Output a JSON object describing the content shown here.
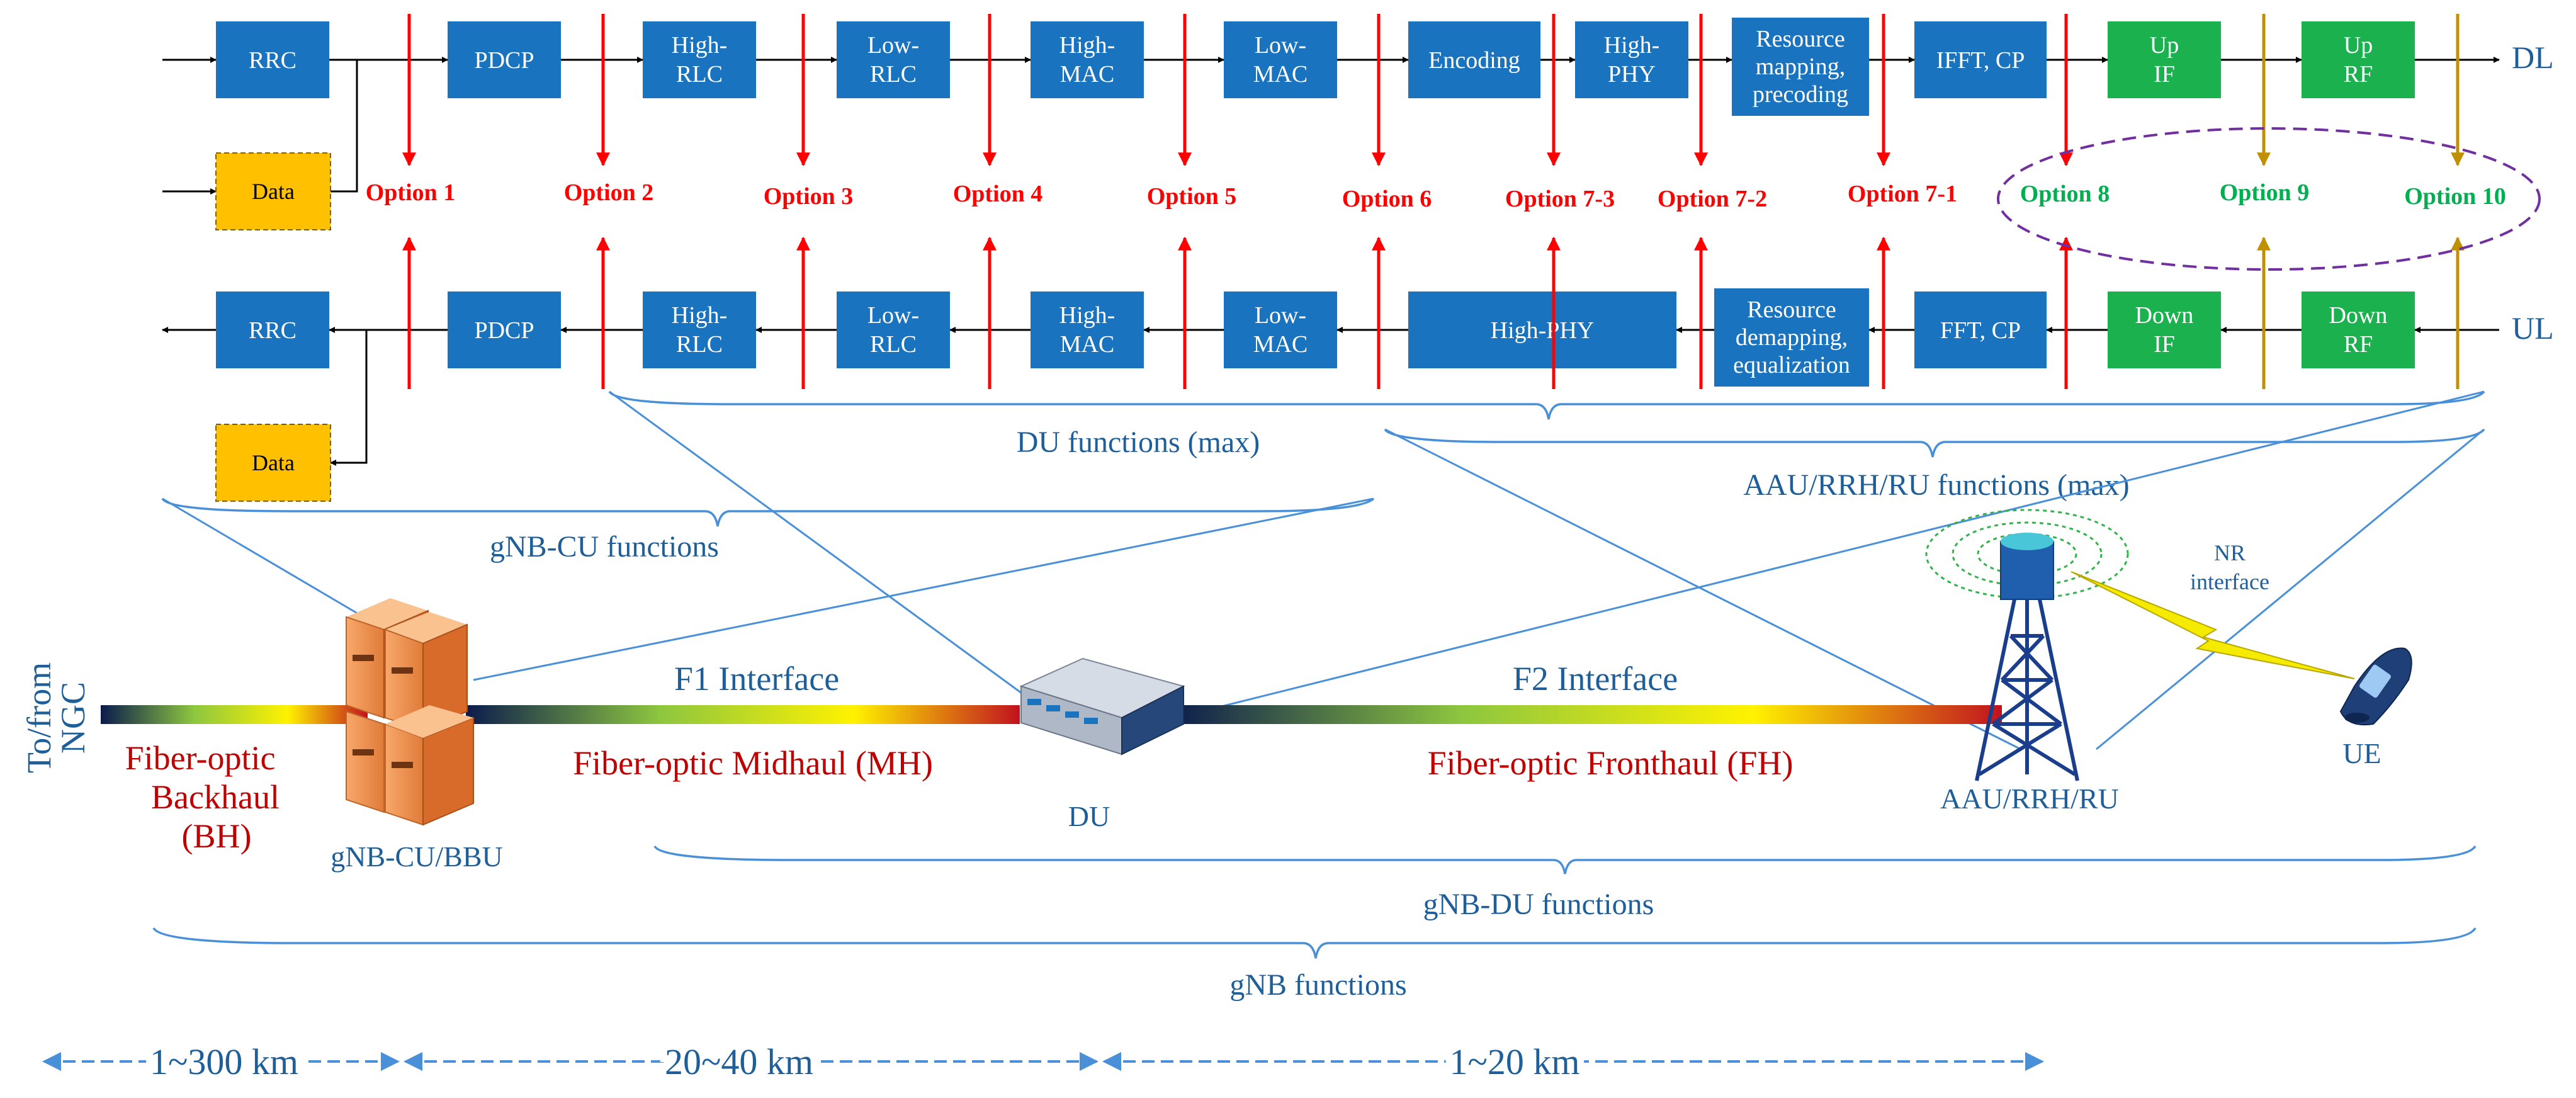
{
  "colors": {
    "block_blue": "#1A73BE",
    "block_green": "#1BB14F",
    "block_yellow": "#FFC000",
    "option_red": "#FF0000",
    "option_green": "#00B050",
    "option_gold": "#BF9000",
    "brace_blue": "#4A90D9",
    "label_blue": "#1F5F99",
    "label_red": "#C00000",
    "ellipse_purple": "#7030A0"
  },
  "dl": {
    "label": "DL",
    "blocks": [
      {
        "lines": [
          "RRC"
        ],
        "color": "blue"
      },
      {
        "lines": [
          "PDCP"
        ],
        "color": "blue"
      },
      {
        "lines": [
          "High-",
          "RLC"
        ],
        "color": "blue"
      },
      {
        "lines": [
          "Low-",
          "RLC"
        ],
        "color": "blue"
      },
      {
        "lines": [
          "High-",
          "MAC"
        ],
        "color": "blue"
      },
      {
        "lines": [
          "Low-",
          "MAC"
        ],
        "color": "blue"
      },
      {
        "lines": [
          "Encoding"
        ],
        "color": "blue"
      },
      {
        "lines": [
          "High-",
          "PHY"
        ],
        "color": "blue"
      },
      {
        "lines": [
          "Resource",
          "mapping,",
          "precoding"
        ],
        "color": "blue"
      },
      {
        "lines": [
          "IFFT, CP"
        ],
        "color": "blue"
      },
      {
        "lines": [
          "Up",
          "IF"
        ],
        "color": "green"
      },
      {
        "lines": [
          "Up",
          "RF"
        ],
        "color": "green"
      }
    ],
    "data_block": "Data"
  },
  "ul": {
    "label": "UL",
    "blocks": [
      {
        "lines": [
          "RRC"
        ],
        "color": "blue"
      },
      {
        "lines": [
          "PDCP"
        ],
        "color": "blue"
      },
      {
        "lines": [
          "High-",
          "RLC"
        ],
        "color": "blue"
      },
      {
        "lines": [
          "Low-",
          "RLC"
        ],
        "color": "blue"
      },
      {
        "lines": [
          "High-",
          "MAC"
        ],
        "color": "blue"
      },
      {
        "lines": [
          "Low-",
          "MAC"
        ],
        "color": "blue"
      },
      {
        "lines": [
          "High-PHY"
        ],
        "color": "blue"
      },
      {
        "lines": [
          "Resource",
          "demapping,",
          "equalization"
        ],
        "color": "blue"
      },
      {
        "lines": [
          "FFT, CP"
        ],
        "color": "blue"
      },
      {
        "lines": [
          "Down",
          "IF"
        ],
        "color": "green"
      },
      {
        "lines": [
          "Down",
          "RF"
        ],
        "color": "green"
      }
    ],
    "data_block": "Data"
  },
  "options": [
    "Option 1",
    "Option 2",
    "Option 3",
    "Option 4",
    "Option 5",
    "Option 6",
    "Option 7-3",
    "Option 7-2",
    "Option 7-1",
    "Option 8",
    "Option 9",
    "Option 10"
  ],
  "braces": {
    "du_max": "DU functions (max)",
    "aau_max": "AAU/RRH/RU functions (max)",
    "cu": "gNB-CU functions",
    "gnb_du": "gNB-DU functions",
    "gnb": "gNB functions"
  },
  "network": {
    "ngc_line1": "To/from",
    "ngc_line2": "NGC",
    "backhaul": [
      "Fiber-optic",
      "Backhaul",
      "(BH)"
    ],
    "cu_bbu": "gNB-CU/BBU",
    "f1": "F1 Interface",
    "midhaul": "Fiber-optic Midhaul (MH)",
    "du": "DU",
    "f2": "F2 Interface",
    "fronthaul": "Fiber-optic Fronthaul (FH)",
    "aau": "AAU/RRH/RU",
    "nr": [
      "NR",
      "interface"
    ],
    "ue": "UE"
  },
  "distances": [
    "1~300 km",
    "20~40 km",
    "1~20 km"
  ]
}
